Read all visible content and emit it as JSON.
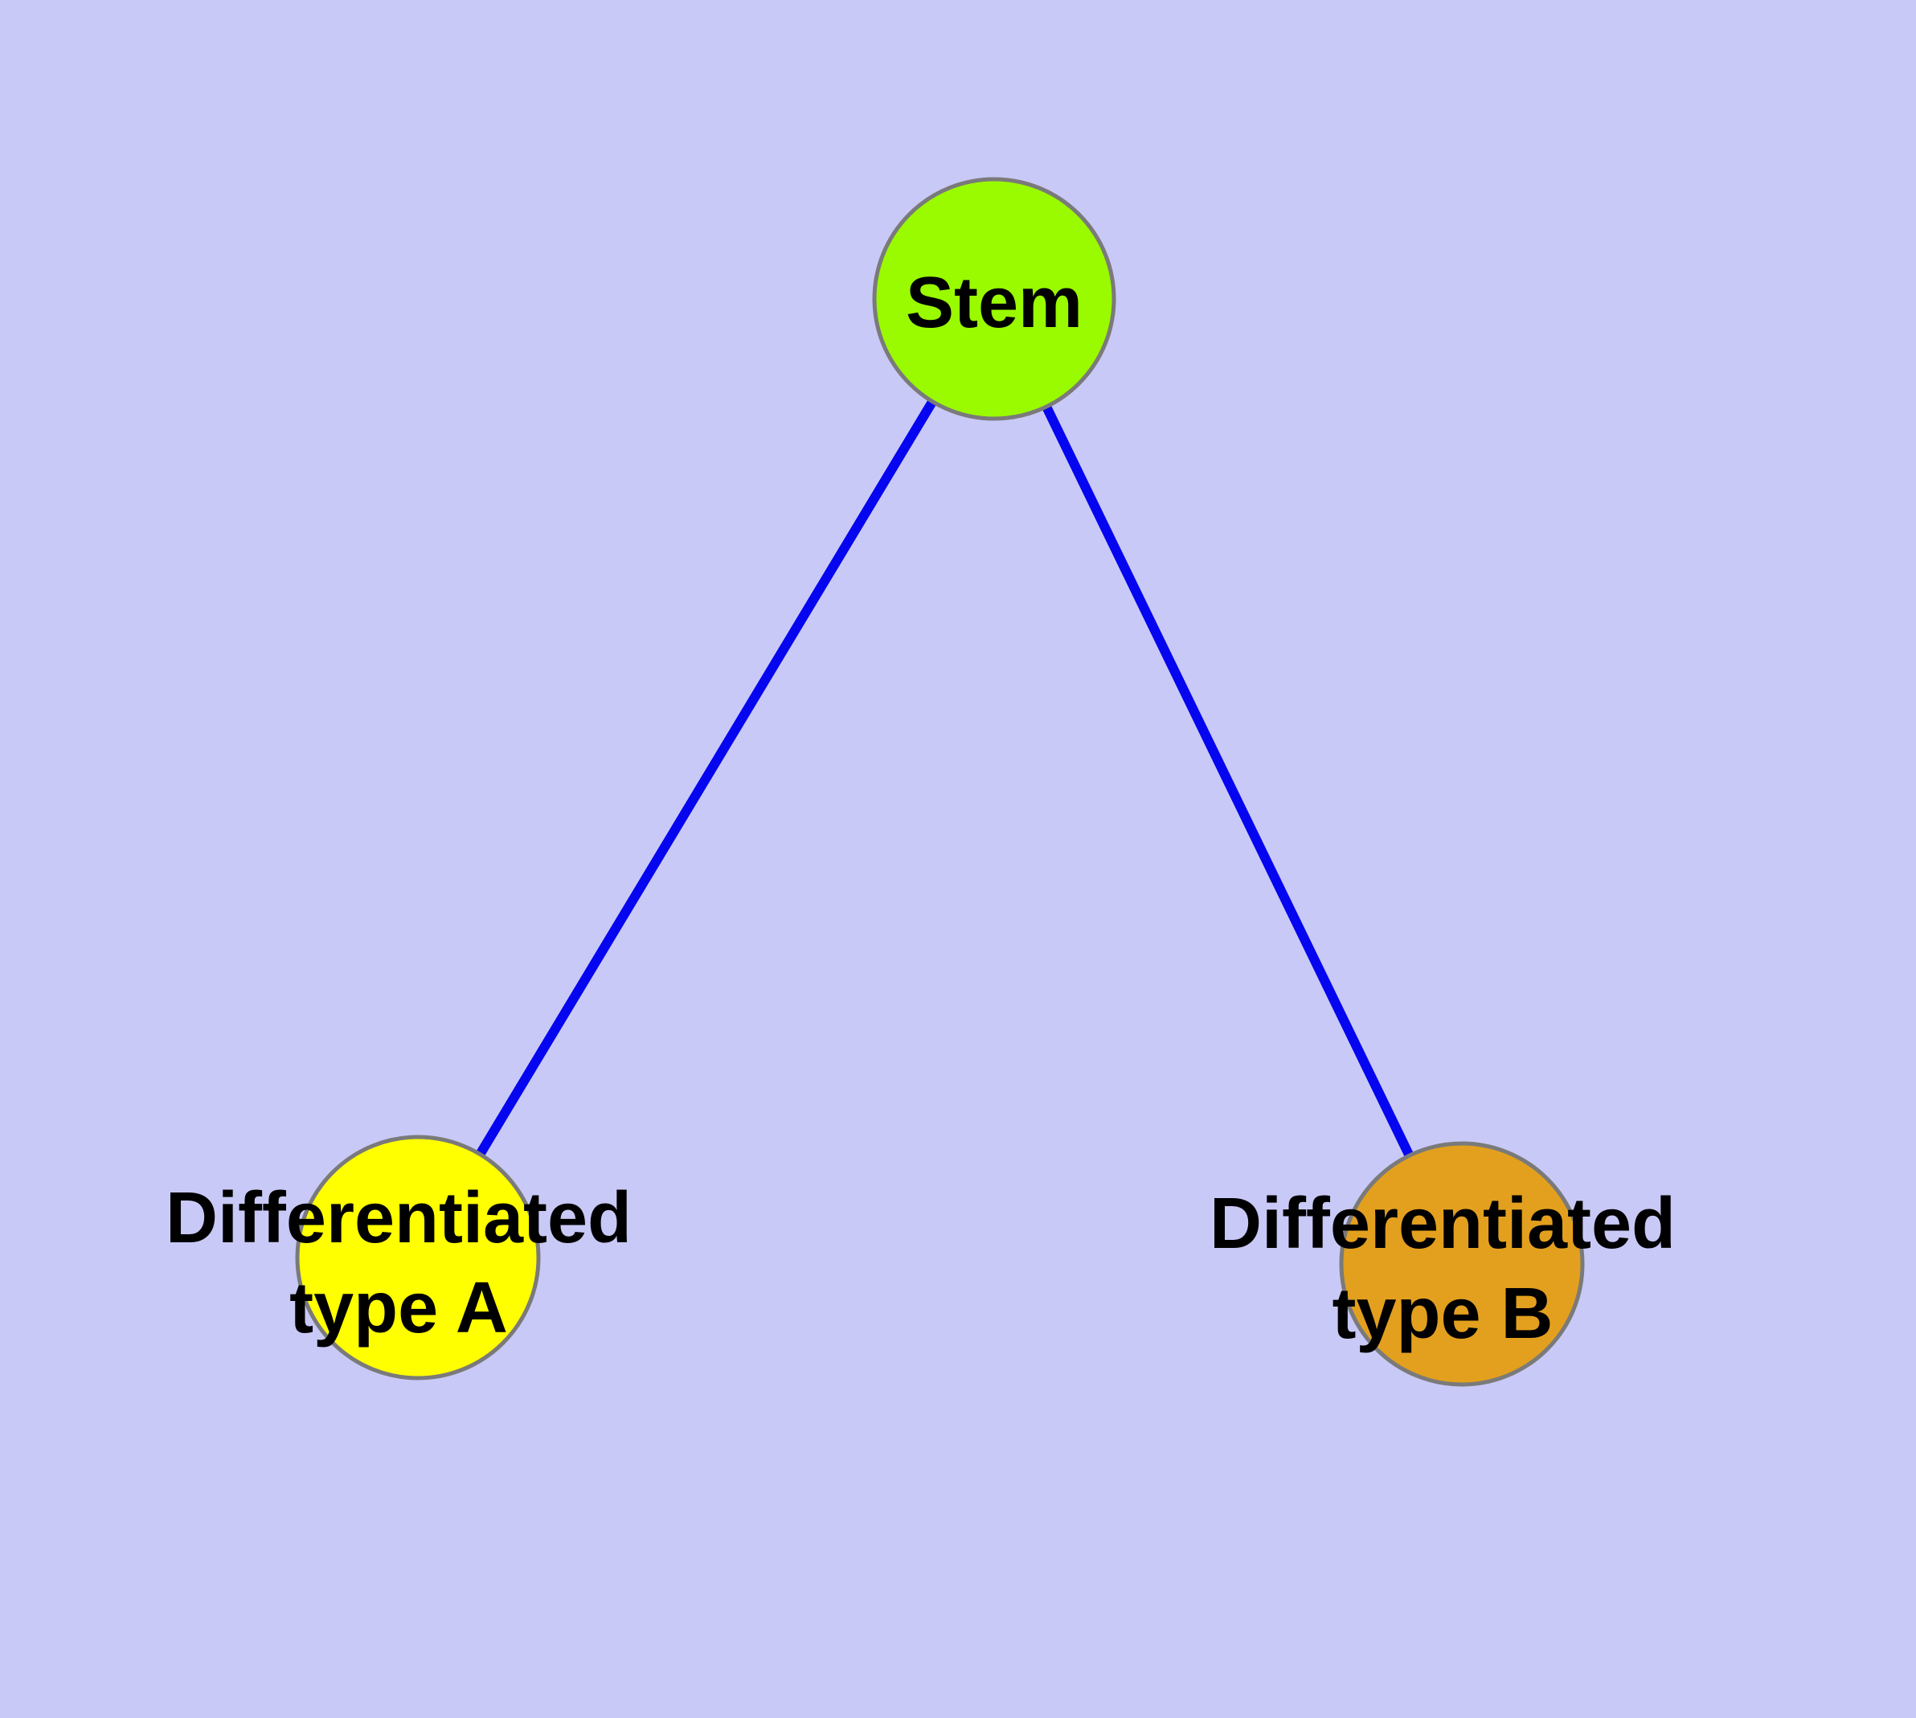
{
  "diagram": {
    "background_color": "#C9C9F7",
    "edge_color": "#0505F0",
    "node_border_color": "#7A7A7A",
    "text_color": "#000000",
    "nodes": {
      "stem": {
        "label": "Stem",
        "fill": "#9AFA00"
      },
      "type_a": {
        "label_line1": "Differentiated",
        "label_line2": "type A",
        "fill": "#FFFF00"
      },
      "type_b": {
        "label_line1": "Differentiated",
        "label_line2": "type B",
        "fill": "#E3A01E"
      }
    },
    "edges": [
      {
        "from": "Stem",
        "to": "Differentiated type A"
      },
      {
        "from": "Stem",
        "to": "Differentiated type B"
      }
    ]
  }
}
